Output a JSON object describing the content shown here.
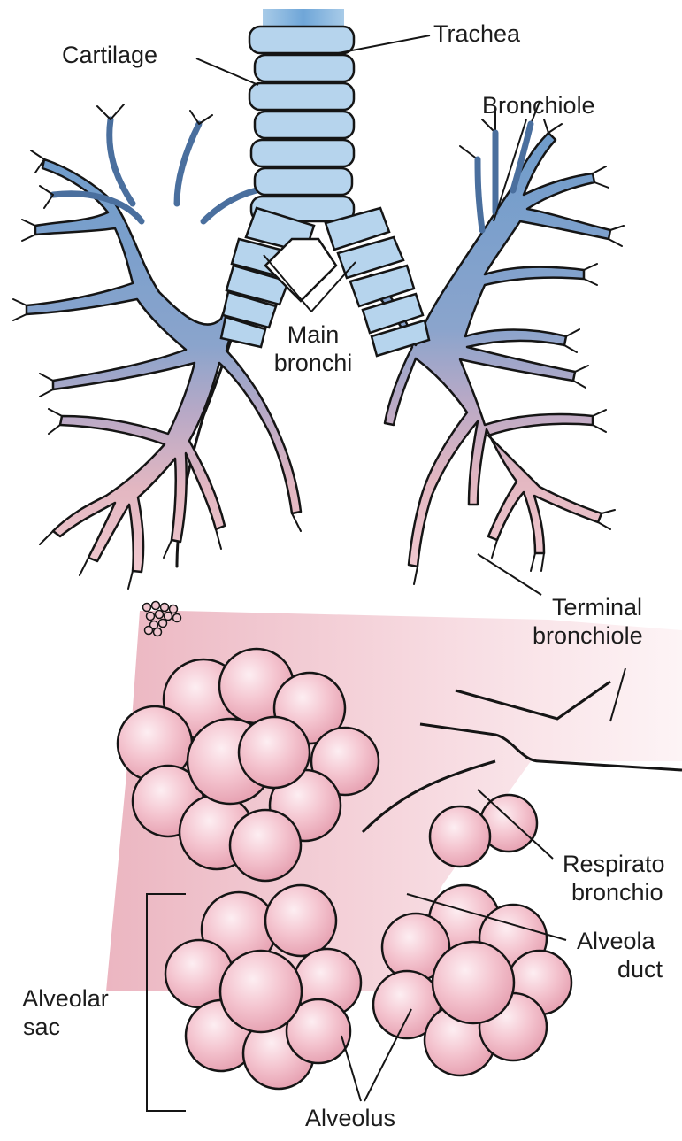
{
  "labels": {
    "cartilage": "Cartilage",
    "trachea": "Trachea",
    "bronchiole": "Bronchiole",
    "main_bronchi": [
      "Main",
      "bronchi"
    ],
    "terminal_bronchiole": [
      "Terminal",
      "bronchiole"
    ],
    "respiratory_bronchiole": [
      "Respirato",
      "bronchio"
    ],
    "alveolar_duct": [
      "Alveola",
      "duct"
    ],
    "alveolar_sac": [
      "Alveolar",
      "sac"
    ],
    "alveolus": "Alveolus"
  },
  "colors": {
    "airway_blue": "#7fa3cd",
    "airway_light_blue": "#a9c8e6",
    "airway_dark_blue": "#4e79ad",
    "airway_pink": "#e9b8c0",
    "alveolus_pink": "#f2bfca",
    "alveolus_highlight": "#fde3ea",
    "outline": "#151515"
  }
}
